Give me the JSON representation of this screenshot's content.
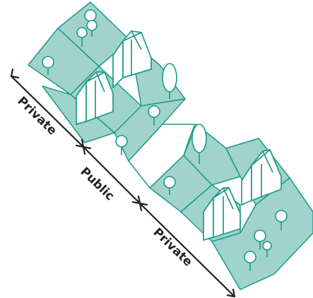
{
  "labels": {
    "private_top": "Private",
    "public": "Public",
    "private_bottom": "Private"
  },
  "colors": {
    "parcel_fill": "#9fd3cb",
    "outline": "#1a9a8a",
    "building_fill": "#ffffff",
    "arrow": "#222222",
    "text": "#222222",
    "public_space": "#ffffff"
  },
  "icons": {
    "house": "house-icon",
    "tree": "tree-icon",
    "double_arrow": "double-arrow-icon"
  }
}
